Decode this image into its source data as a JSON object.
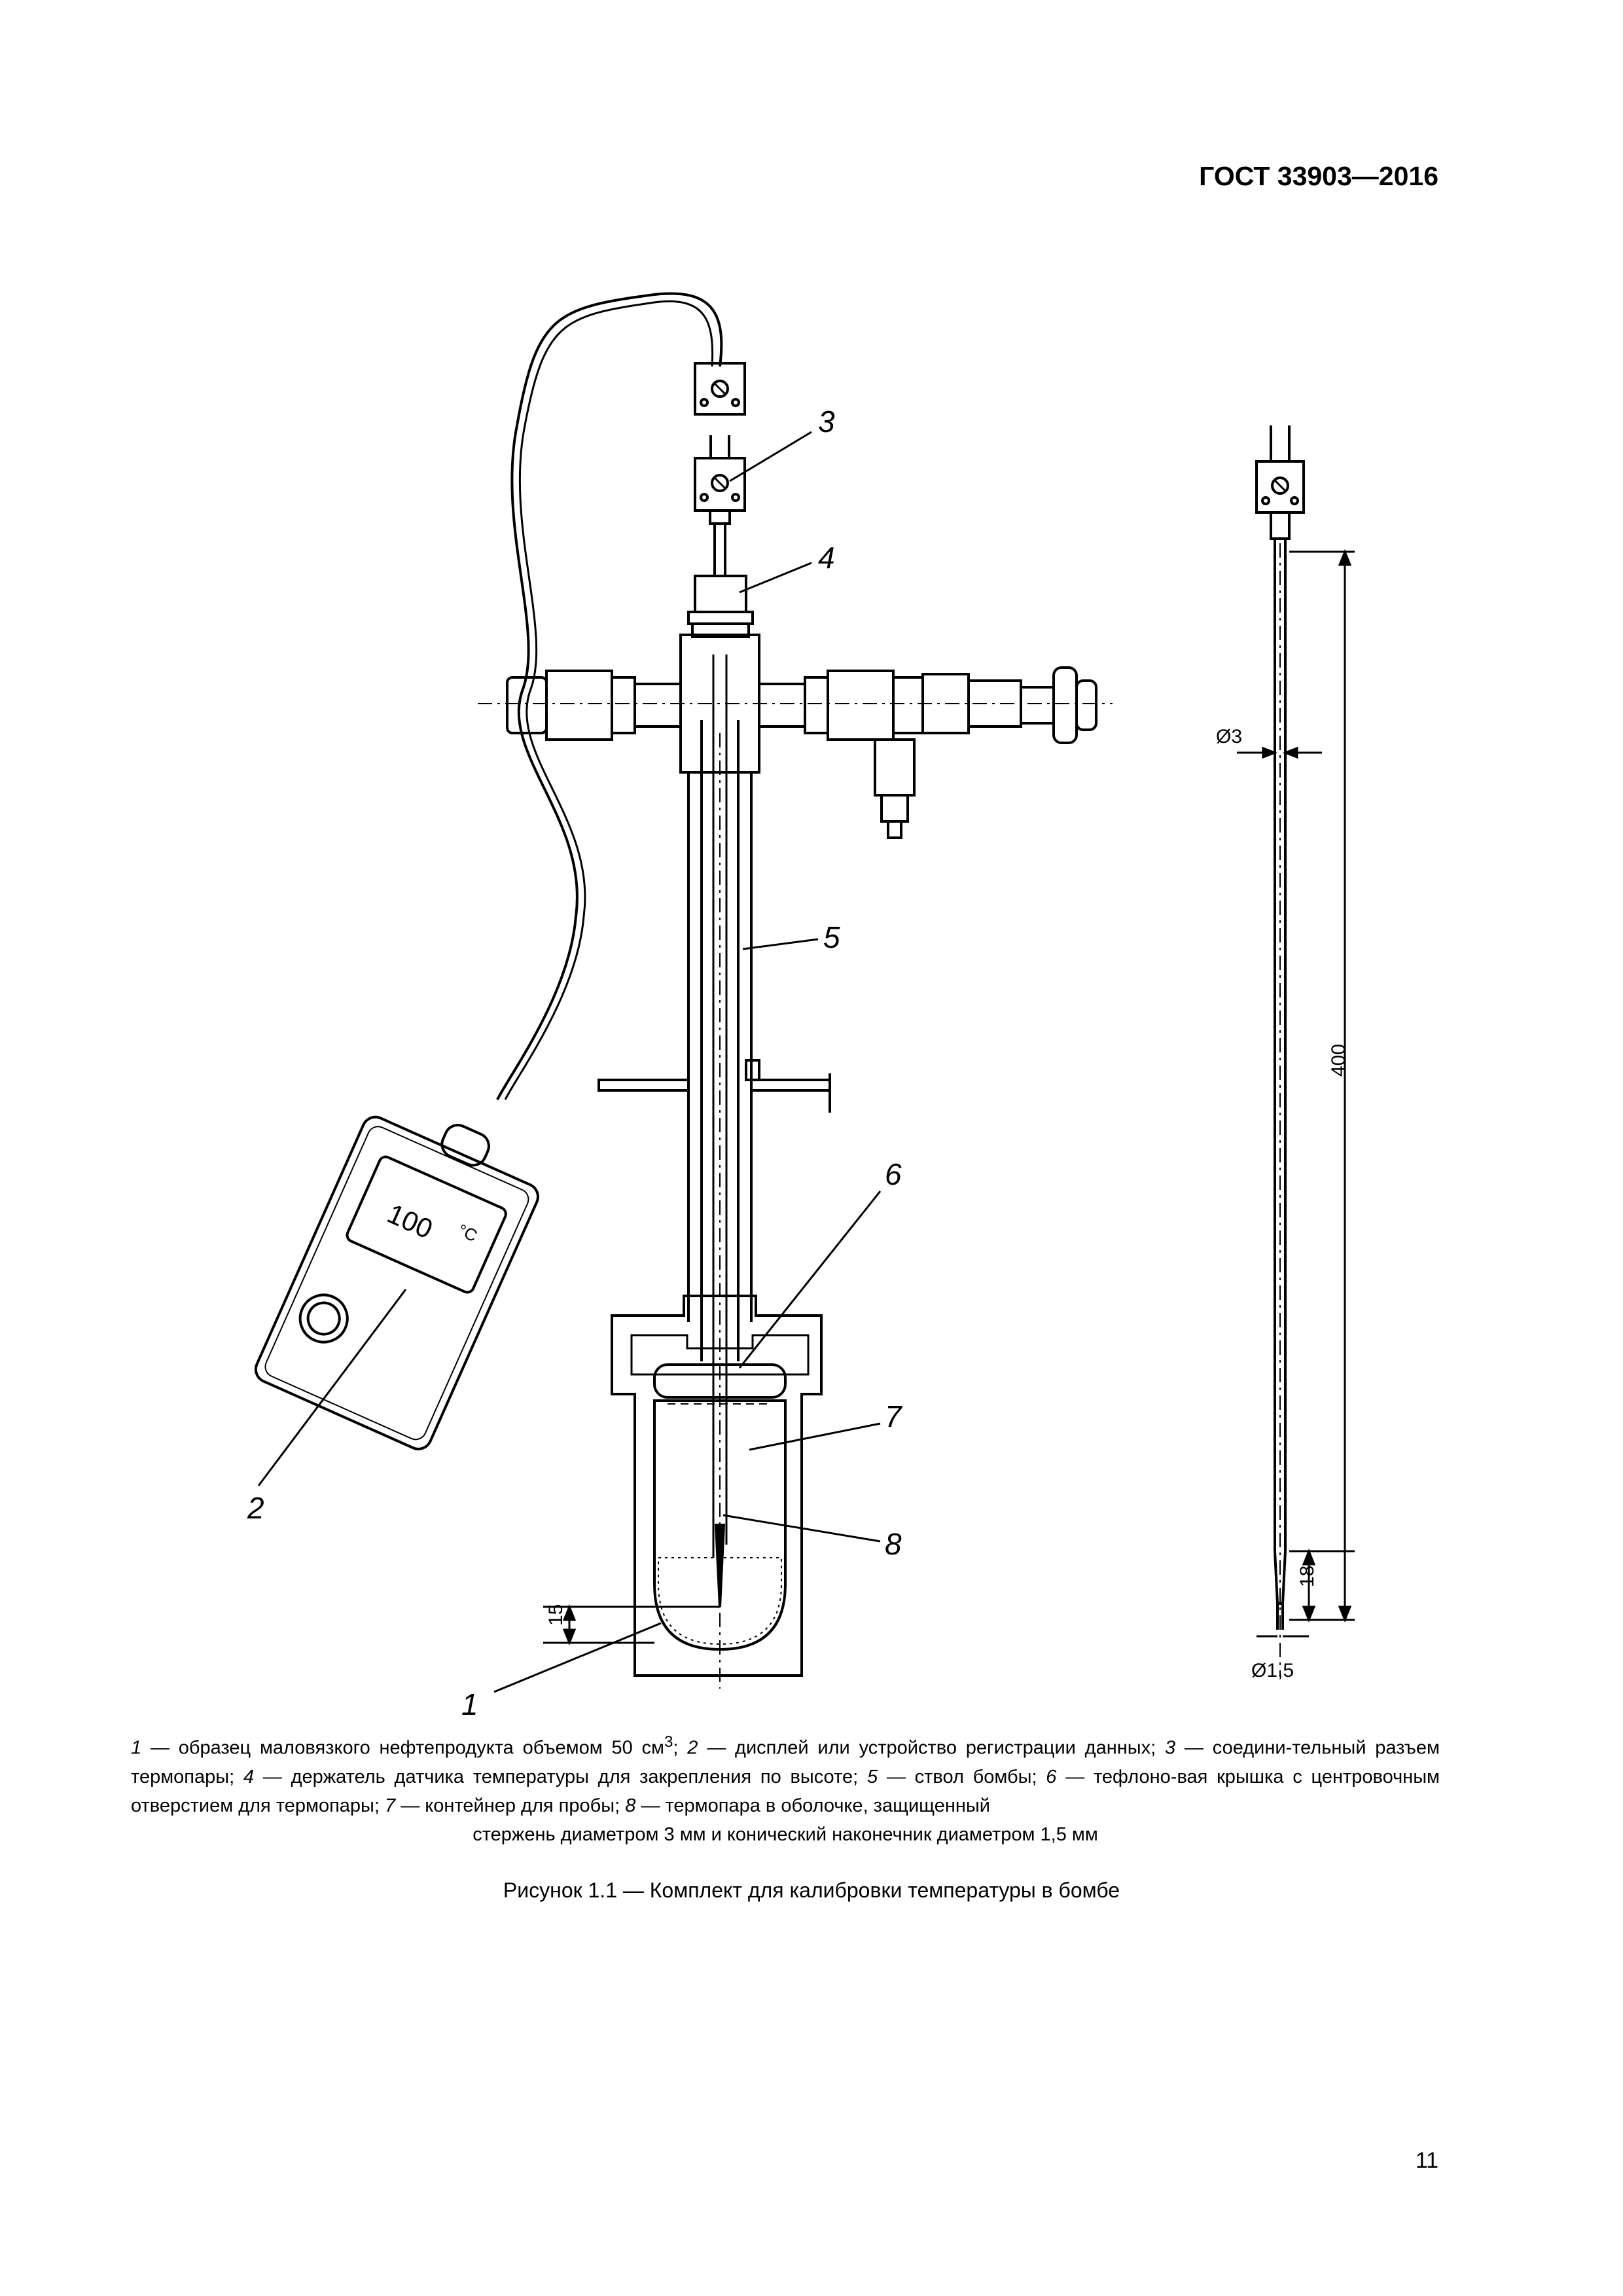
{
  "header": {
    "standard": "ГОСТ 33903—2016"
  },
  "callouts": [
    "1",
    "2",
    "3",
    "4",
    "5",
    "6",
    "7",
    "8"
  ],
  "display": {
    "value": "100",
    "unit": "°C"
  },
  "dimensions": {
    "d3": "Ø3",
    "d15": "Ø1,5",
    "len400": "400",
    "len18": "18",
    "depth15": "15"
  },
  "legend": {
    "n1": "1",
    "t1": " — образец маловязкого нефтепродукта объемом 50 см",
    "sup": "3",
    "n2": "2",
    "t2": " — дисплей или устройство регистрации данных; ",
    "n3": "3",
    "t3": " — соедини-тельный разъем термопары; ",
    "n4": "4",
    "t4": " — держатель датчика температуры для закрепления по высоте; ",
    "n5": "5",
    "t5": " — ствол бомбы; ",
    "n6": "6",
    "t6": " — тефлоно-вая крышка с центровочным отверстием для термопары; ",
    "n7": "7",
    "t7": " — контейнер для пробы; ",
    "n8": "8",
    "t8": " — термопара в оболочке, защищенный",
    "last": "стержень диаметром 3 мм и конический наконечник диаметром 1,5 мм"
  },
  "caption": "Рисунок 1.1 — Комплект для калибровки температуры в бомбе",
  "page_number": "11"
}
